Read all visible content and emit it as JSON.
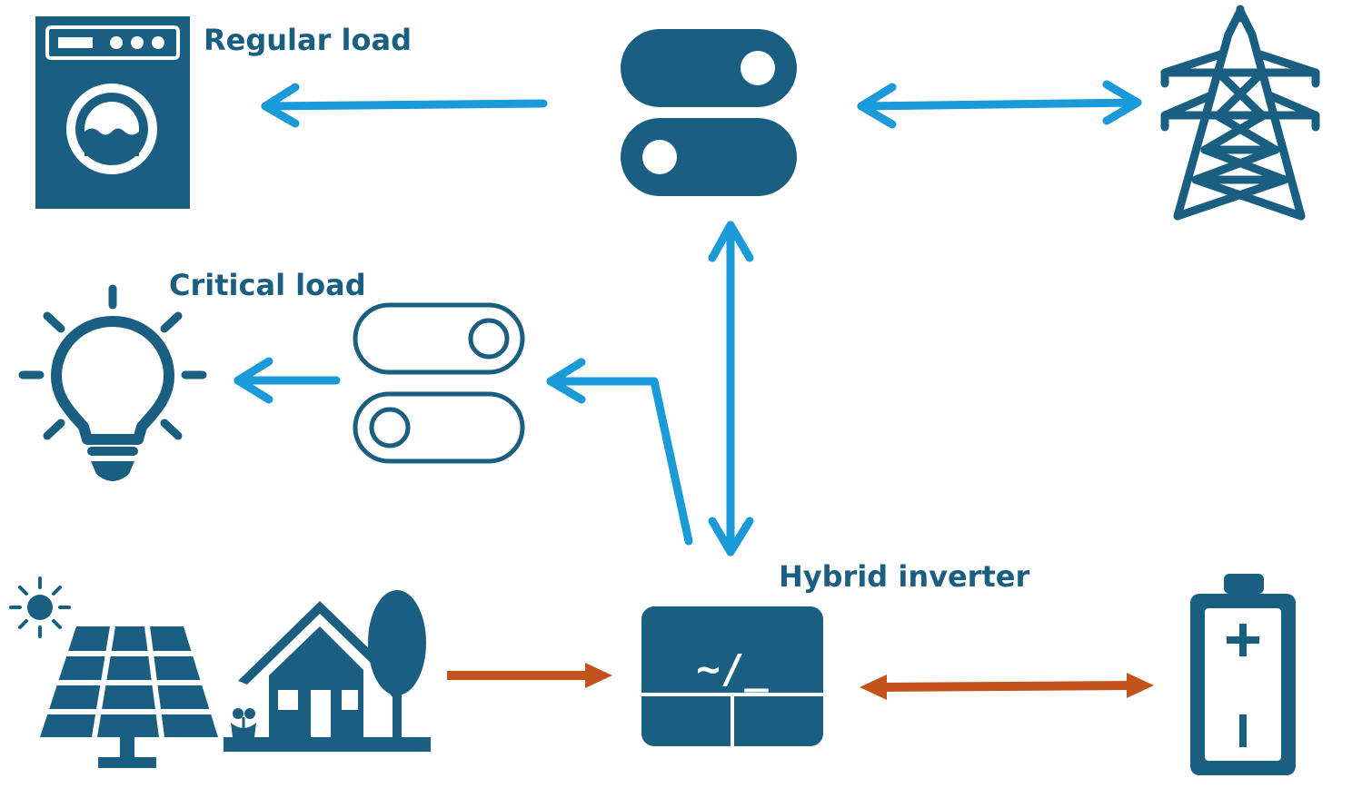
{
  "colors": {
    "primary": "#1a5f81",
    "arrow_blue": "#1b9ad9",
    "arrow_orange": "#c4521c",
    "background": "#ffffff"
  },
  "labels": {
    "regular_load": "Regular load",
    "critical_load": "Critical load",
    "hybrid_inverter": "Hybrid inverter",
    "inverter_symbol": "~/_"
  },
  "icons": {
    "washing_machine": "washing-machine-icon",
    "main_switch": "toggle-switch-icon",
    "power_tower": "transmission-tower-icon",
    "light_bulb": "light-bulb-icon",
    "critical_switch": "toggle-switch-outline-icon",
    "solar_panel": "solar-panel-icon",
    "house": "house-icon",
    "inverter": "inverter-icon",
    "battery": "battery-icon"
  }
}
